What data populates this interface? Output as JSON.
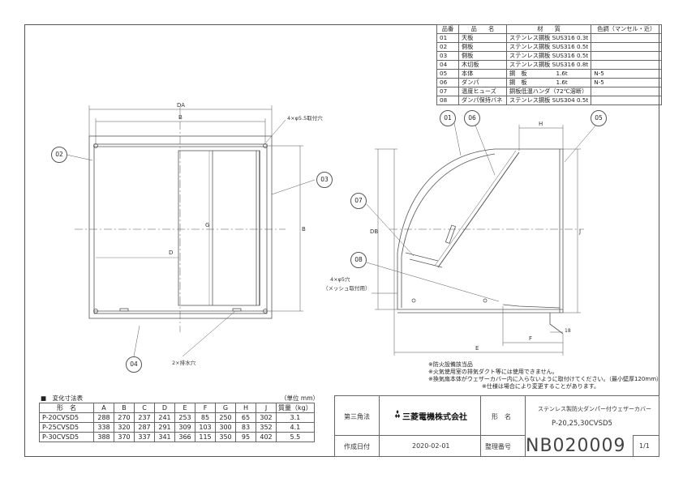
{
  "parts_table": {
    "headers": [
      "品番",
      "品　　名",
      "材　　質",
      "色調（マンセル・近）"
    ],
    "rows": [
      [
        "01",
        "天板",
        "ステンレス鋼板 SUS316 0.3t",
        ""
      ],
      [
        "02",
        "側板",
        "ステンレス鋼板 SUS316 0.5t",
        ""
      ],
      [
        "03",
        "側板",
        "ステンレス鋼板 SUS316 0.5t",
        ""
      ],
      [
        "04",
        "木切板",
        "ステンレス鋼板 SUS316 0.8t",
        ""
      ],
      [
        "05",
        "本体",
        "鋼　板　　　　　1.6t",
        "N-5"
      ],
      [
        "06",
        "ダンパ",
        "鋼　板　　　　　1.6t",
        "N-5"
      ],
      [
        "07",
        "温度ヒューズ",
        "銅板低温ハンダ（72℃溶断）",
        ""
      ],
      [
        "08",
        "ダンパ保持バネ",
        "ステンレス鋼板 SUS304 0.5t",
        ""
      ]
    ]
  },
  "drawing": {
    "front_labels": {
      "DA": "DA",
      "B": "B",
      "D": "D",
      "G": "G",
      "B2": "B",
      "hole_note_1": "4×φ5.5取付穴",
      "hole_note_2": "2×排水穴"
    },
    "side_labels": {
      "H": "H",
      "J": "J",
      "DB": "DB",
      "E": "E",
      "F": "F",
      "dim18": "18",
      "hole_note": "4×φ5穴",
      "hole_note_sub": "（メッシュ取付用）"
    },
    "callouts": [
      "01",
      "06",
      "05",
      "07",
      "08",
      "02",
      "03",
      "04"
    ]
  },
  "notes": [
    "※防火設備該当品",
    "※火気使用室の排気ダクト等には使用できません。",
    "※換気扇本体がウェザーカバー内に入らないように取付けてください。（最小壁厚120mm）",
    "※仕様は場合により変更することがあります。"
  ],
  "dim_table": {
    "title": "■　変化寸法表",
    "unit": "（単位 mm）",
    "headers": [
      "形　名",
      "A",
      "B",
      "C",
      "D",
      "E",
      "F",
      "G",
      "H",
      "J",
      "質量（kg）"
    ],
    "rows": [
      [
        "P-20CVSD5",
        "288",
        "270",
        "237",
        "241",
        "253",
        "85",
        "250",
        "65",
        "302",
        "3.1"
      ],
      [
        "P-25CVSD5",
        "338",
        "320",
        "287",
        "291",
        "309",
        "103",
        "300",
        "83",
        "352",
        "4.1"
      ],
      [
        "P-30CVSD5",
        "388",
        "370",
        "337",
        "341",
        "366",
        "115",
        "350",
        "95",
        "402",
        "5.5"
      ]
    ]
  },
  "title_block": {
    "angle_label": "第三角法",
    "company": "三菱電機株式会社",
    "name_label": "形　名",
    "product_name": "ステンレス製防火ダンパー付ウェザーカバー",
    "models": "P-20,25,30CVSD5",
    "date_label": "作成日付",
    "date": "2020-02-01",
    "number_label": "整理番号",
    "number": "NB020009",
    "page": "1/1"
  }
}
